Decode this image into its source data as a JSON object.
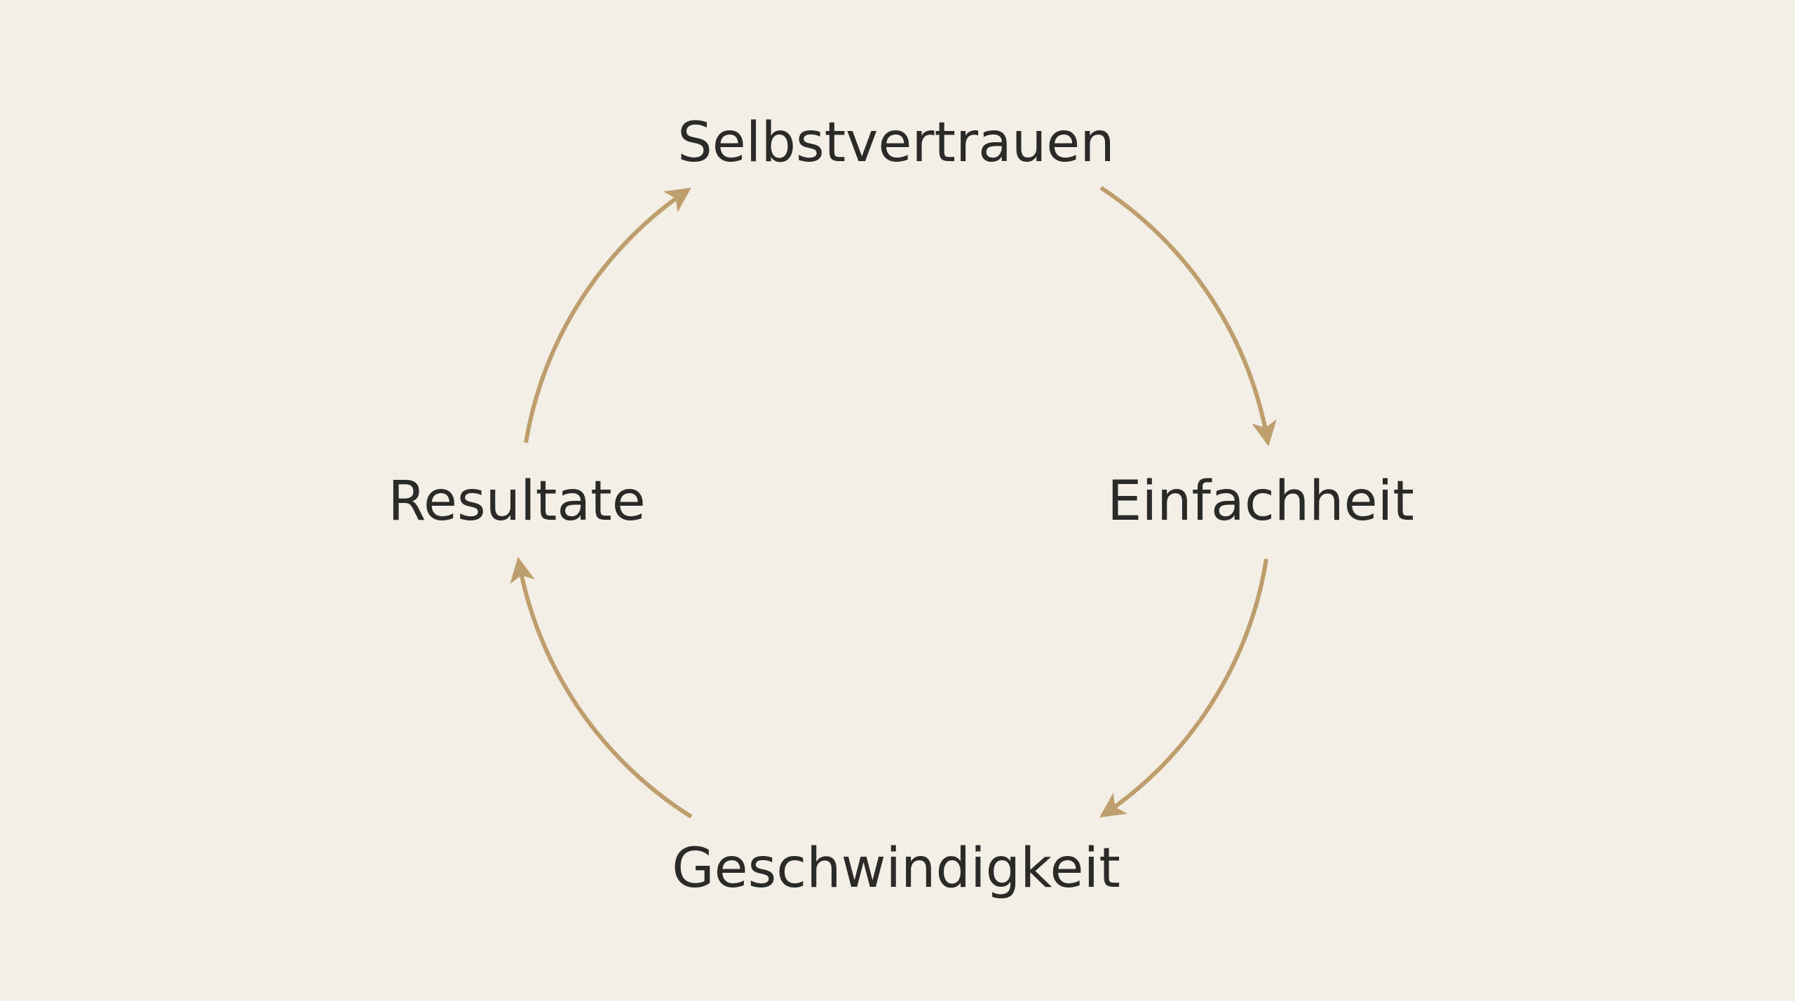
{
  "diagram": {
    "type": "cycle",
    "nodes": [
      {
        "id": "top",
        "label": "Selbstvertrauen"
      },
      {
        "id": "right",
        "label": "Einfachheit"
      },
      {
        "id": "bottom",
        "label": "Geschwindigkeit"
      },
      {
        "id": "left",
        "label": "Resultate"
      }
    ],
    "edges": [
      {
        "from": "Selbstvertrauen",
        "to": "Einfachheit"
      },
      {
        "from": "Einfachheit",
        "to": "Geschwindigkeit"
      },
      {
        "from": "Geschwindigkeit",
        "to": "Resultate"
      },
      {
        "from": "Resultate",
        "to": "Selbstvertrauen"
      }
    ],
    "colors": {
      "background": "#F3EFE7",
      "arrow": "#BF9E6E",
      "text": "#2A2A28"
    }
  }
}
